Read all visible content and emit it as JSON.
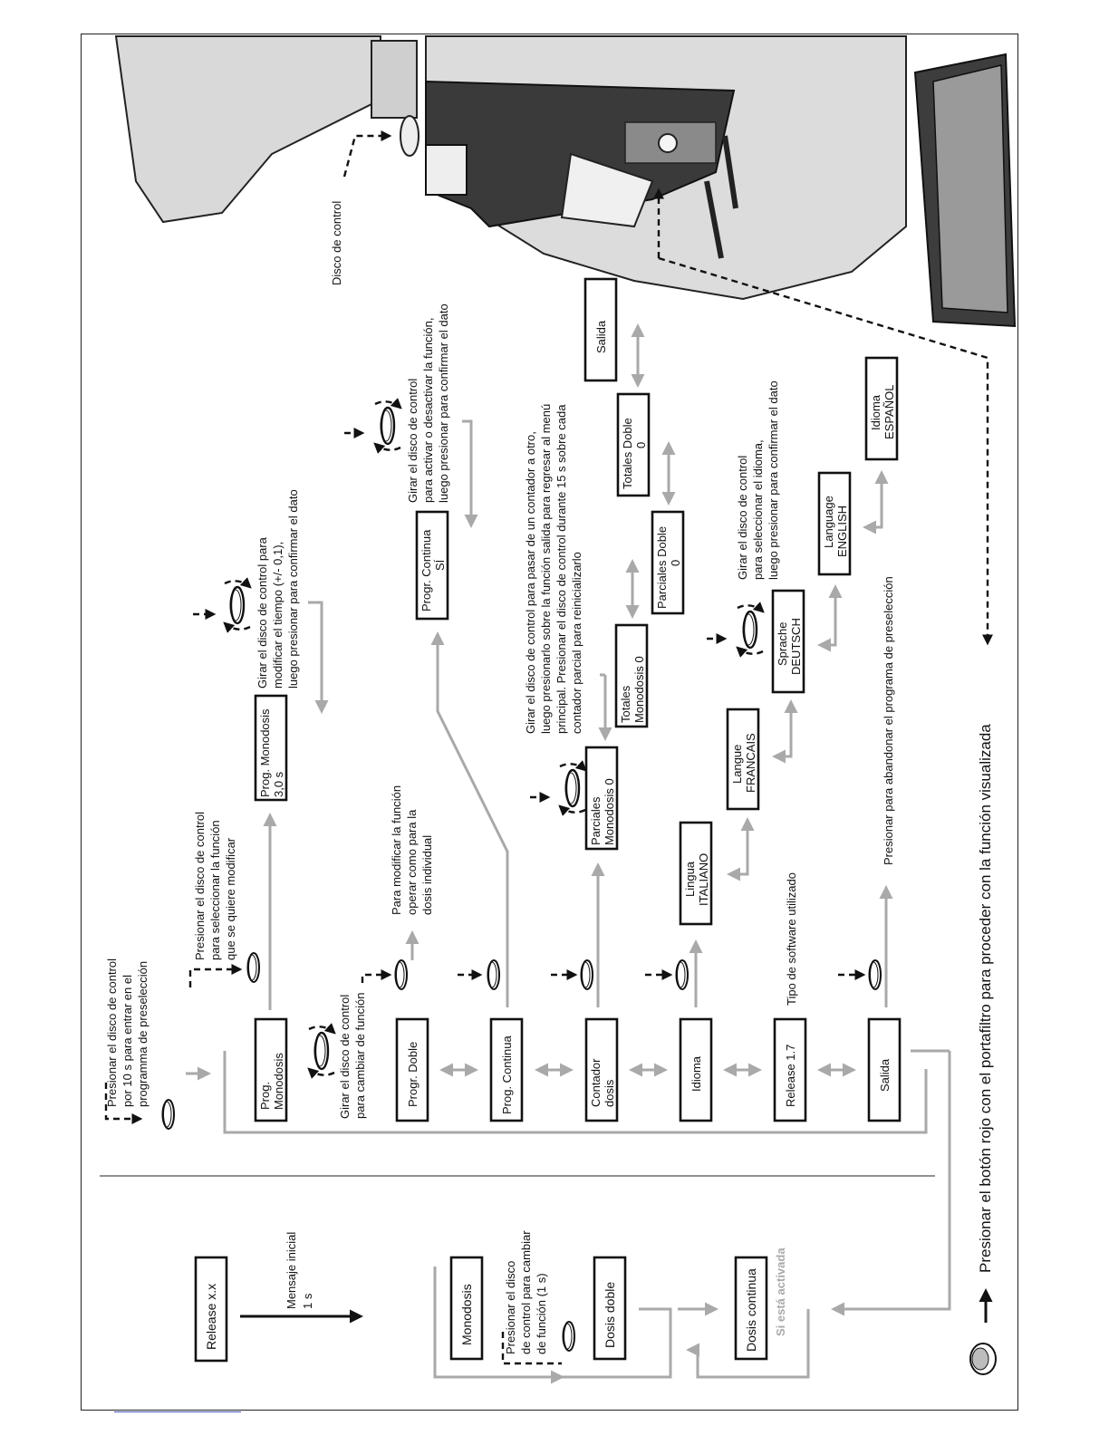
{
  "title_bottom": "Presionar el botón rojo con el portafiltro para proceder con la función visualizada",
  "control_disk_label": "Disco de control",
  "left_panel": {
    "release_box": "Release  x.x",
    "initial_msg": [
      "Mensaje inicial",
      "1 s"
    ],
    "monodosis_box": "Monodosis",
    "press_note": [
      "Presionar el disco",
      "de control para cambiar",
      "de función (1 s)"
    ],
    "dosis_doble_box": "Dosis doble",
    "dosis_continua_box": "Dosis continua",
    "si_activada": "Si está activada"
  },
  "enter_note": [
    "Presionar el disco de control",
    "por 10 s para entrar en el",
    "programma de preselección"
  ],
  "turn_change_note": [
    "Girar el disco de control",
    "para cambiar de función"
  ],
  "menu": [
    {
      "lines": [
        "Prog.",
        "Monodosis"
      ]
    },
    {
      "lines": [
        "Progr. Doble"
      ]
    },
    {
      "lines": [
        "Prog. Continua"
      ]
    },
    {
      "lines": [
        "Contador",
        "dosis"
      ]
    },
    {
      "lines": [
        "Idioma"
      ]
    },
    {
      "lines": [
        "Release 1.7"
      ]
    },
    {
      "lines": [
        "Salida"
      ]
    }
  ],
  "select_note": [
    "Presionar el disco de control",
    "para seleccionar la función",
    "que se quiere modificar"
  ],
  "mono_value": [
    "Prog. Monodosis",
    "3,0 s"
  ],
  "time_note": [
    "Girar el disco de control para",
    "modificar el tiempo (+/- 0,1),",
    "luego presionar para confirmar el dato"
  ],
  "doble_note": [
    "Para modificar la función",
    "operar como para la",
    "dosis individual"
  ],
  "continua_value": [
    "Progr. Continua",
    "SÍ"
  ],
  "continua_note": [
    "Girar el disco de control",
    "para activar o desactivar la función,",
    "luego presionar para confirmar el dato"
  ],
  "counter_note": [
    "Girar el disco de control para pasar de un contador a otro,",
    "luego presionarlo sobre la función salida para regresar al menú",
    "principal. Presionar el disco de control durante 15 s sobre cada",
    "contador parcial para reinicializarlo"
  ],
  "counters": [
    {
      "lines": [
        "Parciales",
        "Monodosis    0"
      ]
    },
    {
      "lines": [
        "Totales",
        "Monodosis   0"
      ]
    },
    {
      "lines": [
        "Parciales Doble",
        "0"
      ]
    },
    {
      "lines": [
        "Totales Doble",
        "0"
      ]
    },
    {
      "lines": [
        "Salida"
      ]
    }
  ],
  "languages": [
    {
      "lines": [
        "Lingua",
        "ITALIANO"
      ]
    },
    {
      "lines": [
        "Langue",
        "FRANCAIS"
      ]
    },
    {
      "lines": [
        "Sprache",
        "DEUTSCH"
      ]
    },
    {
      "lines": [
        "Language",
        "ENGLISH"
      ]
    },
    {
      "lines": [
        "Idioma",
        "ESPAÑOL"
      ]
    }
  ],
  "language_note": [
    "Girar el disco de control",
    "para seleccionar el idioma,",
    "luego presionar para confirmar el dato"
  ],
  "software_note": "Tipo de software utilizado",
  "exit_note": "Presionar para abandonar el programa de preselección",
  "colors": {
    "gray_arrow": "#a9a9a9",
    "machine_light": "#d9d9d9",
    "machine_dark": "#3a3a3a"
  }
}
